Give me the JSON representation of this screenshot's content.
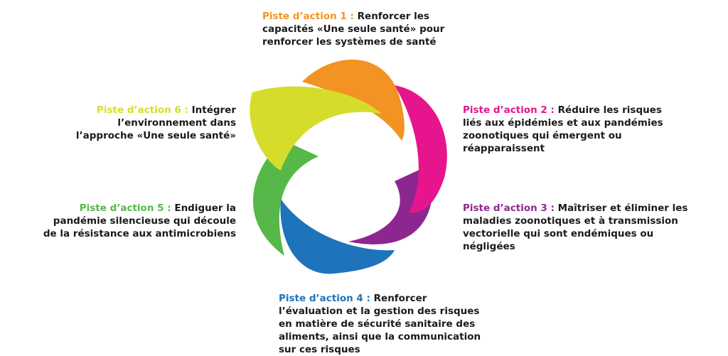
{
  "colors": {
    "orange": "#F39323",
    "magenta": "#E6158D",
    "purple": "#8E2690",
    "blue": "#1E73BA",
    "green": "#55B848",
    "yellow": "#D5DD2A"
  },
  "actions": [
    {
      "key": "Piste d’action 1 : ",
      "text": "Renforcer les capacités «Une seule santé» pour renforcer les systèmes de santé",
      "color": "#F39323"
    },
    {
      "key": "Piste d’action 2 : ",
      "text": "Réduire les risques liés aux épidémies et aux pandémies zoonotiques qui émergent ou réapparaissent",
      "color": "#E6158D"
    },
    {
      "key": "Piste d’action 3 : ",
      "text": "Maîtriser et éliminer les maladies zoonotiques et à transmission vectorielle qui sont endémiques ou négligées",
      "color": "#8E2690"
    },
    {
      "key": "Piste d’action 4 : ",
      "text": "Renforcer l’évaluation et la gestion des risques en matière de sécurité sanitaire des aliments, ainsi que la communication sur ces risques",
      "color": "#1E73BA"
    },
    {
      "key": "Piste d’action 5 : ",
      "text": "Endiguer la pandémie silencieuse qui découle de la résistance aux antimicrobiens",
      "color": "#55B848"
    },
    {
      "key": "Piste d’action 6 : ",
      "text": "Intégrer l’environnement dans l’approche «Une seule santé»",
      "color": "#D5DD2A"
    }
  ]
}
